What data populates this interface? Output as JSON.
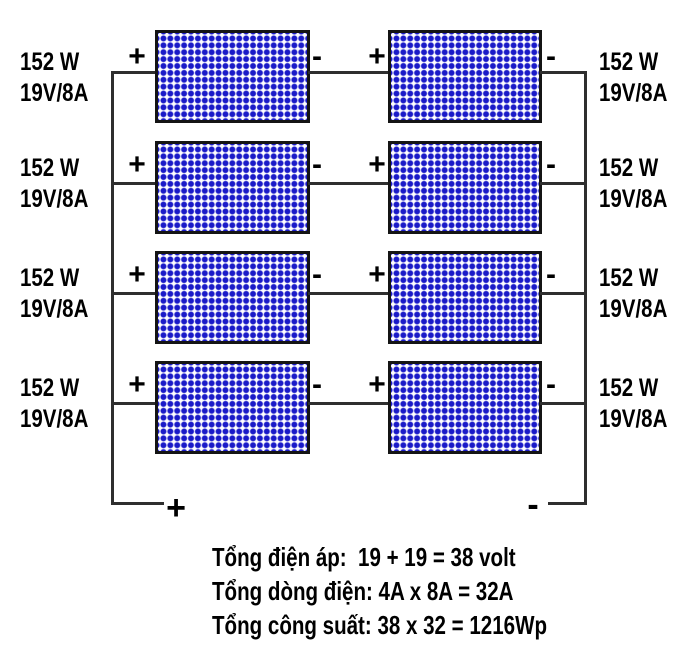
{
  "diagram": {
    "description": "solar-panel series-parallel wiring diagram, 4 parallel strings of 2 panels in series",
    "symbols": {
      "plus": "+",
      "minus": "-"
    },
    "rows": [
      {
        "left_spec": [
          "152 W",
          "19V/8A"
        ],
        "right_spec": [
          "152 W",
          "19V/8A"
        ]
      },
      {
        "left_spec": [
          "152 W",
          "19V/8A"
        ],
        "right_spec": [
          "152 W",
          "19V/8A"
        ]
      },
      {
        "left_spec": [
          "152 W",
          "19V/8A"
        ],
        "right_spec": [
          "152 W",
          "19V/8A"
        ]
      },
      {
        "left_spec": [
          "152 W",
          "19V/8A"
        ],
        "right_spec": [
          "152 W",
          "19V/8A"
        ]
      }
    ],
    "bottom_terminals": {
      "positive": "+",
      "negative": "-"
    },
    "summary_lines": [
      "Tổng điện áp:  19 + 19 = 38 volt",
      "Tổng dòng điện: 4A x 8A = 32A",
      "Tổng công suất: 38 x 32 = 1216Wp"
    ],
    "colors": {
      "dot": "#1a1ac8",
      "wire": "#2e2e2e",
      "panel_border": "#141414",
      "text": "#000000",
      "bg": "#ffffff"
    }
  }
}
